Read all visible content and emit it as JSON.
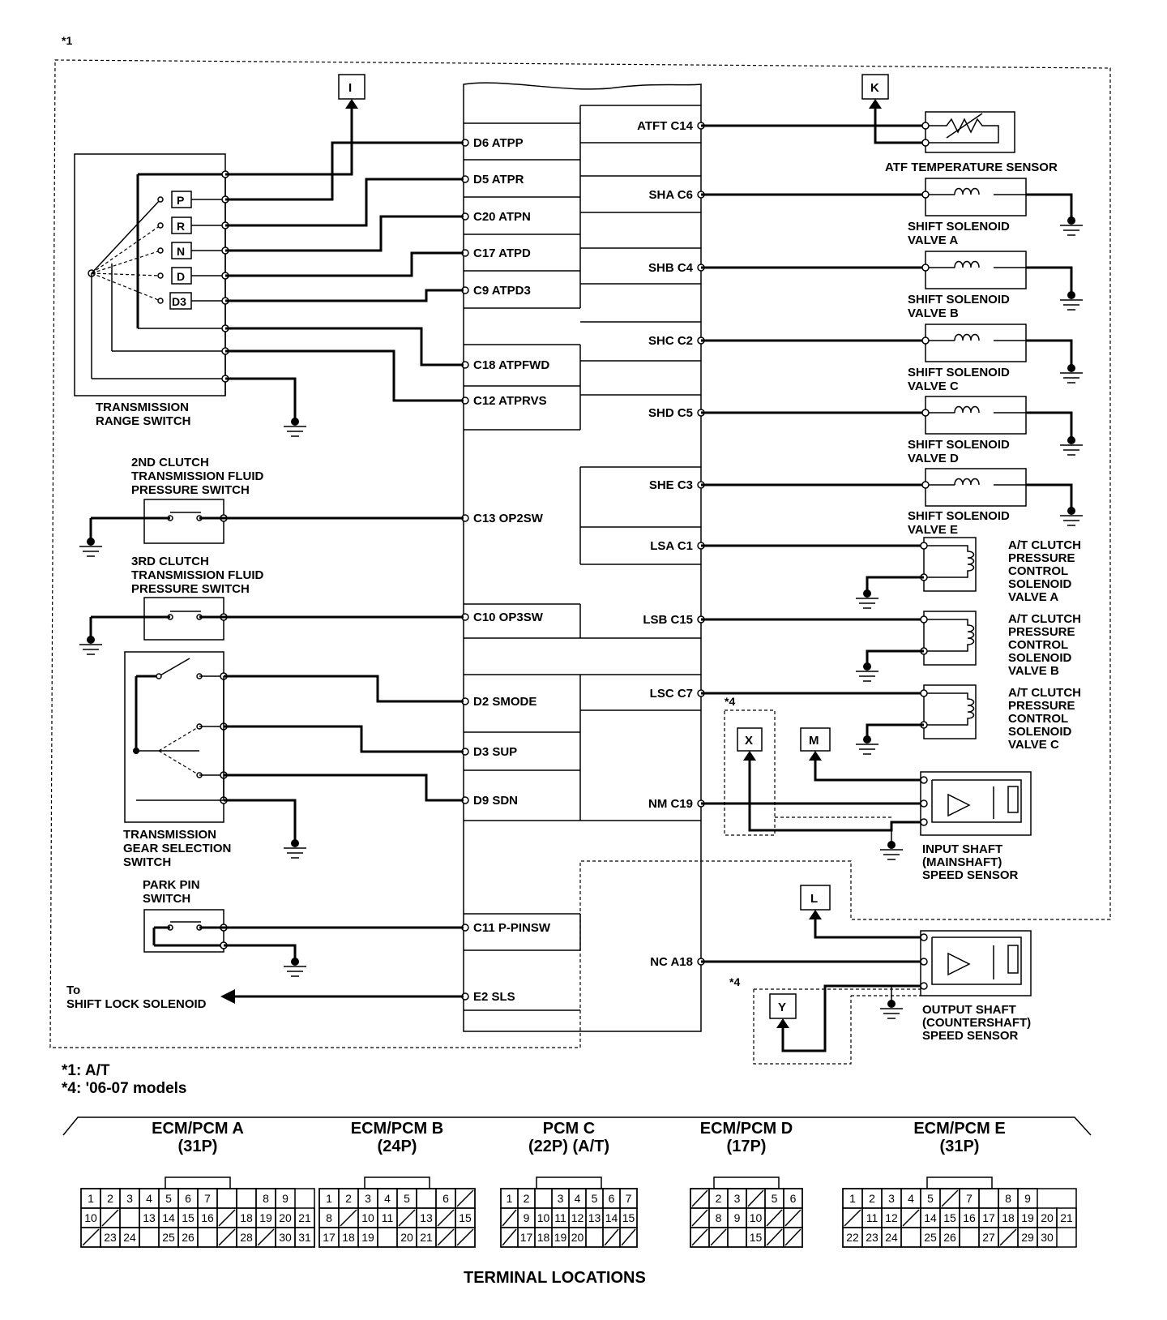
{
  "notes": {
    "top_marker": "*1",
    "legend_1": "*1: A/T",
    "legend_4": "*4: '06-07 models",
    "star4": "*4"
  },
  "connectors": {
    "I": "I",
    "K": "K",
    "M": "M",
    "X": "X",
    "L": "L",
    "Y": "Y"
  },
  "left_pins": {
    "d6": "D6 ATPP",
    "d5": "D5 ATPR",
    "c20": "C20  ATPN",
    "c17": "C17 ATPD",
    "c9": "C9 ATPD3",
    "c18": "C18 ATPFWD",
    "c12": "C12 ATPRVS",
    "c13": "C13 OP2SW",
    "c10": "C10 OP3SW",
    "d2": "D2 SMODE",
    "d3": "D3 SUP",
    "d9": "D9 SDN",
    "c11": "C11 P-PINSW",
    "e2": "E2 SLS"
  },
  "right_pins": {
    "c14": "ATFT C14",
    "c6": "SHA C6",
    "c4": "SHB C4",
    "c2": "SHC C2",
    "c5": "SHD C5",
    "c3": "SHE C3",
    "c1": "LSA C1",
    "c15": "LSB C15",
    "c7": "LSC C7",
    "c19": "NM C19",
    "a18": "NC A18"
  },
  "range_positions": [
    "P",
    "R",
    "N",
    "D",
    "D3"
  ],
  "components": {
    "range_switch": [
      "TRANSMISSION",
      "RANGE SWITCH"
    ],
    "op2": [
      "2ND CLUTCH",
      "TRANSMISSION FLUID",
      "PRESSURE SWITCH"
    ],
    "op3": [
      "3RD CLUTCH",
      "TRANSMISSION FLUID",
      "PRESSURE SWITCH"
    ],
    "gear_sel": [
      "TRANSMISSION",
      "GEAR SELECTION",
      "SWITCH"
    ],
    "park_pin": [
      "PARK PIN",
      "SWITCH"
    ],
    "shift_lock": [
      "To",
      "SHIFT LOCK SOLENOID"
    ],
    "atf_temp": "ATF TEMPERATURE SENSOR",
    "sol_a": [
      "SHIFT SOLENOID",
      "VALVE A"
    ],
    "sol_b": [
      "SHIFT SOLENOID",
      "VALVE B"
    ],
    "sol_c": [
      "SHIFT SOLENOID",
      "VALVE C"
    ],
    "sol_d": [
      "SHIFT SOLENOID",
      "VALVE D"
    ],
    "sol_e": [
      "SHIFT SOLENOID",
      "VALVE E"
    ],
    "pc_a": [
      "A/T CLUTCH",
      "PRESSURE",
      "CONTROL",
      "SOLENOID",
      "VALVE A"
    ],
    "pc_b": [
      "A/T CLUTCH",
      "PRESSURE",
      "CONTROL",
      "SOLENOID",
      "VALVE B"
    ],
    "pc_c": [
      "A/T CLUTCH",
      "PRESSURE",
      "CONTROL",
      "SOLENOID",
      "VALVE C"
    ],
    "input_sensor": [
      "INPUT SHAFT",
      "(MAINSHAFT)",
      "SPEED SENSOR"
    ],
    "output_sensor": [
      "OUTPUT SHAFT",
      "(COUNTERSHAFT)",
      "SPEED SENSOR"
    ]
  },
  "terminal_title": "TERMINAL LOCATIONS",
  "terminals": [
    {
      "name": "ECM/PCM A",
      "pins": "(31P)",
      "rows": [
        [
          "1",
          "2",
          "3",
          "4",
          "5",
          "6",
          "7",
          "",
          "",
          "8",
          "9"
        ],
        [
          "10",
          "/",
          "",
          "13",
          "14",
          "15",
          "16",
          "/",
          "18",
          "19",
          "20",
          "21"
        ],
        [
          "/",
          "23",
          "24",
          "",
          "25",
          "26",
          "",
          "/",
          "28",
          "/",
          "30",
          "31"
        ]
      ]
    },
    {
      "name": "ECM/PCM B",
      "pins": "(24P)",
      "rows": [
        [
          "1",
          "2",
          "3",
          "4",
          "5",
          "",
          "6",
          "/"
        ],
        [
          "8",
          "/",
          "10",
          "11",
          "/",
          "13",
          "/",
          "15"
        ],
        [
          "17",
          "18",
          "19",
          "",
          "20",
          "21",
          "/",
          "/"
        ]
      ]
    },
    {
      "name": "PCM C",
      "pins": "(22P) (A/T)",
      "rows": [
        [
          "1",
          "2",
          "",
          "3",
          "4",
          "5",
          "6",
          "7"
        ],
        [
          "/",
          "9",
          "10",
          "11",
          "12",
          "13",
          "14",
          "15"
        ],
        [
          "/",
          "17",
          "18",
          "19",
          "20",
          "",
          "/",
          "/"
        ]
      ]
    },
    {
      "name": "ECM/PCM D",
      "pins": "(17P)",
      "rows": [
        [
          "/",
          "2",
          "3",
          "/",
          "5",
          "6"
        ],
        [
          "/",
          "8",
          "9",
          "10",
          "/",
          "/"
        ],
        [
          "/",
          "/",
          "",
          "15",
          "/",
          "/"
        ]
      ]
    },
    {
      "name": "ECM/PCM E",
      "pins": "(31P)",
      "rows": [
        [
          "1",
          "2",
          "3",
          "4",
          "5",
          "/",
          "7",
          "",
          "8",
          "9"
        ],
        [
          "/",
          "11",
          "12",
          "/",
          "14",
          "15",
          "16",
          "17",
          "18",
          "19",
          "20",
          "21"
        ],
        [
          "22",
          "23",
          "24",
          "",
          "25",
          "26",
          "",
          "27",
          "/",
          "29",
          "30"
        ]
      ]
    }
  ]
}
